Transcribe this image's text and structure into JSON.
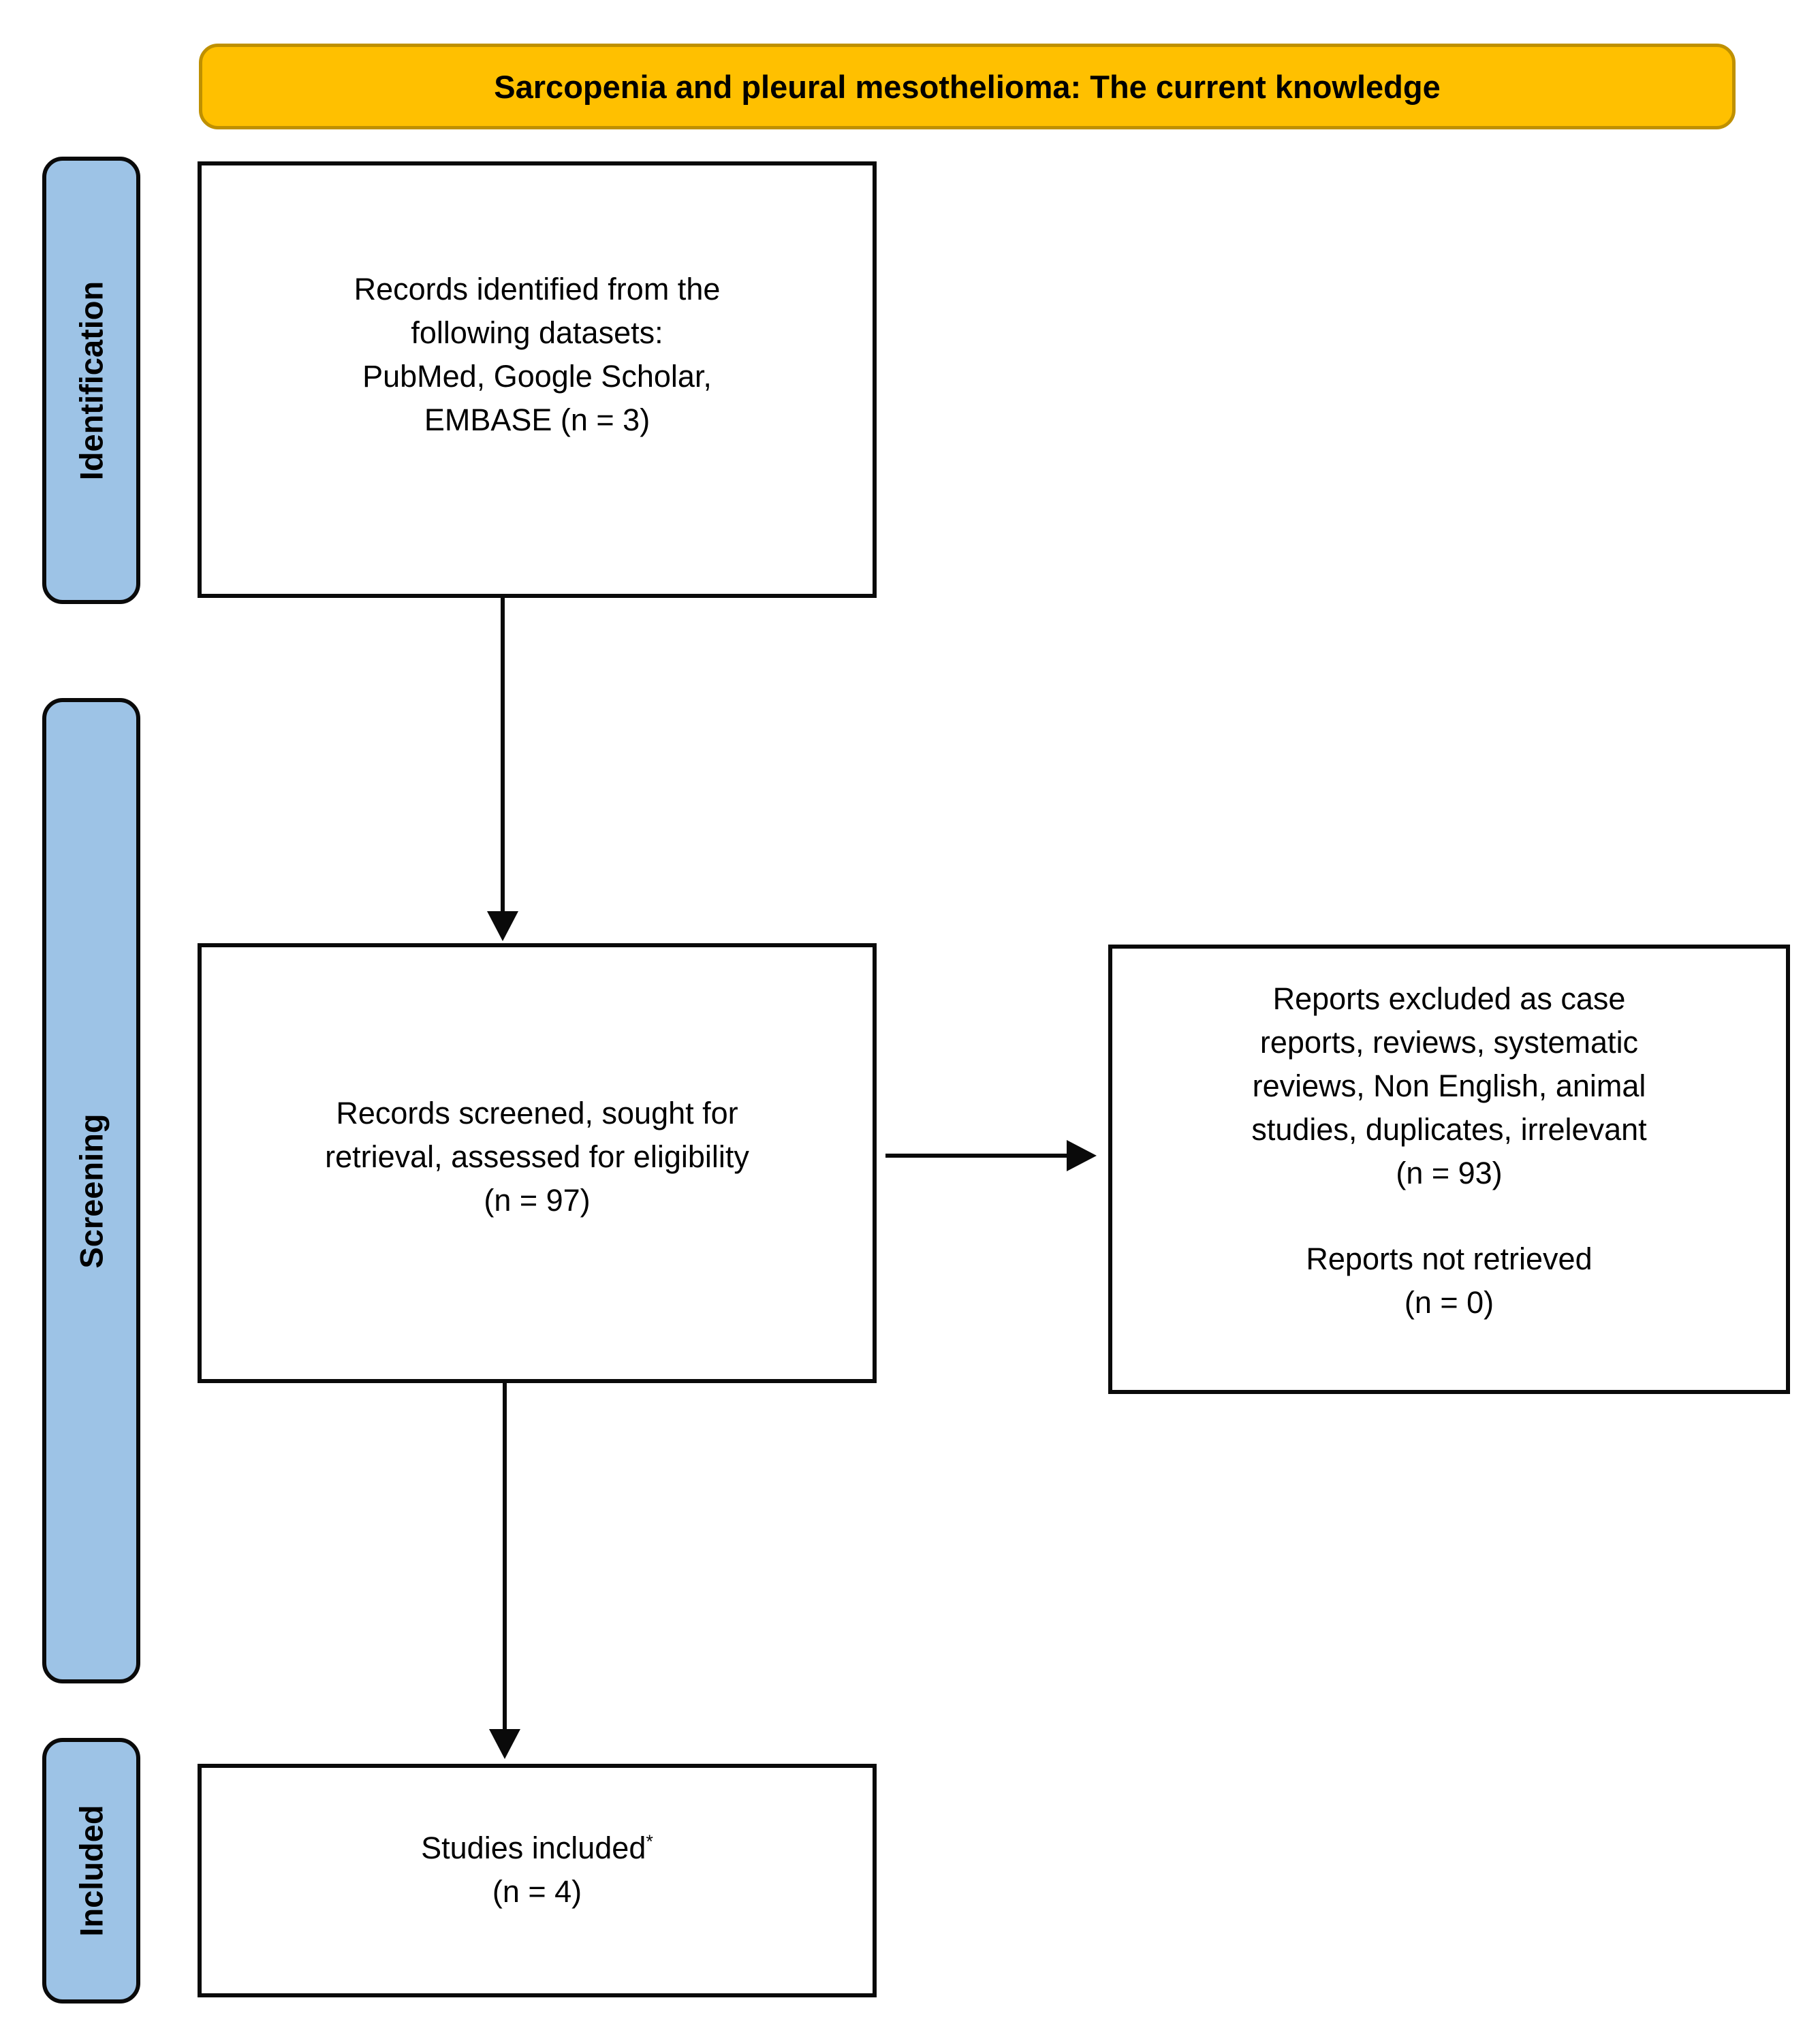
{
  "figure": {
    "title": "Sarcopenia and pleural mesothelioma: The current knowledge"
  },
  "stages": [
    {
      "label": "Identification"
    },
    {
      "label": "Screening"
    },
    {
      "label": "Included"
    }
  ],
  "boxes": {
    "identified": {
      "lines": [
        "Records identified from the",
        "following datasets:",
        "PubMed, Google Scholar,",
        "EMBASE (n = 3)"
      ]
    },
    "screened": {
      "lines": [
        "Records screened, sought for",
        "retrieval, assessed for eligibility",
        "(n = 97)"
      ]
    },
    "excluded": {
      "para1_lines": [
        "Reports excluded as case",
        "reports, reviews, systematic",
        "reviews, Non English, animal",
        "studies, duplicates, irrelevant",
        "(n = 93)"
      ],
      "para2_lines": [
        "Reports not retrieved",
        "(n = 0)"
      ]
    },
    "included": {
      "main": "Studies included",
      "asterisk": "*",
      "count": "(n = 4)"
    }
  },
  "icons": {
    "arrow_down": "css-triangle-down",
    "arrow_right": "css-triangle-right"
  },
  "colors": {
    "banner_fill": "#FFC000",
    "banner_border": "#BF9000",
    "stage_fill": "#9DC3E6",
    "outline": "#0A0A0A",
    "background": "#FFFFFF"
  }
}
